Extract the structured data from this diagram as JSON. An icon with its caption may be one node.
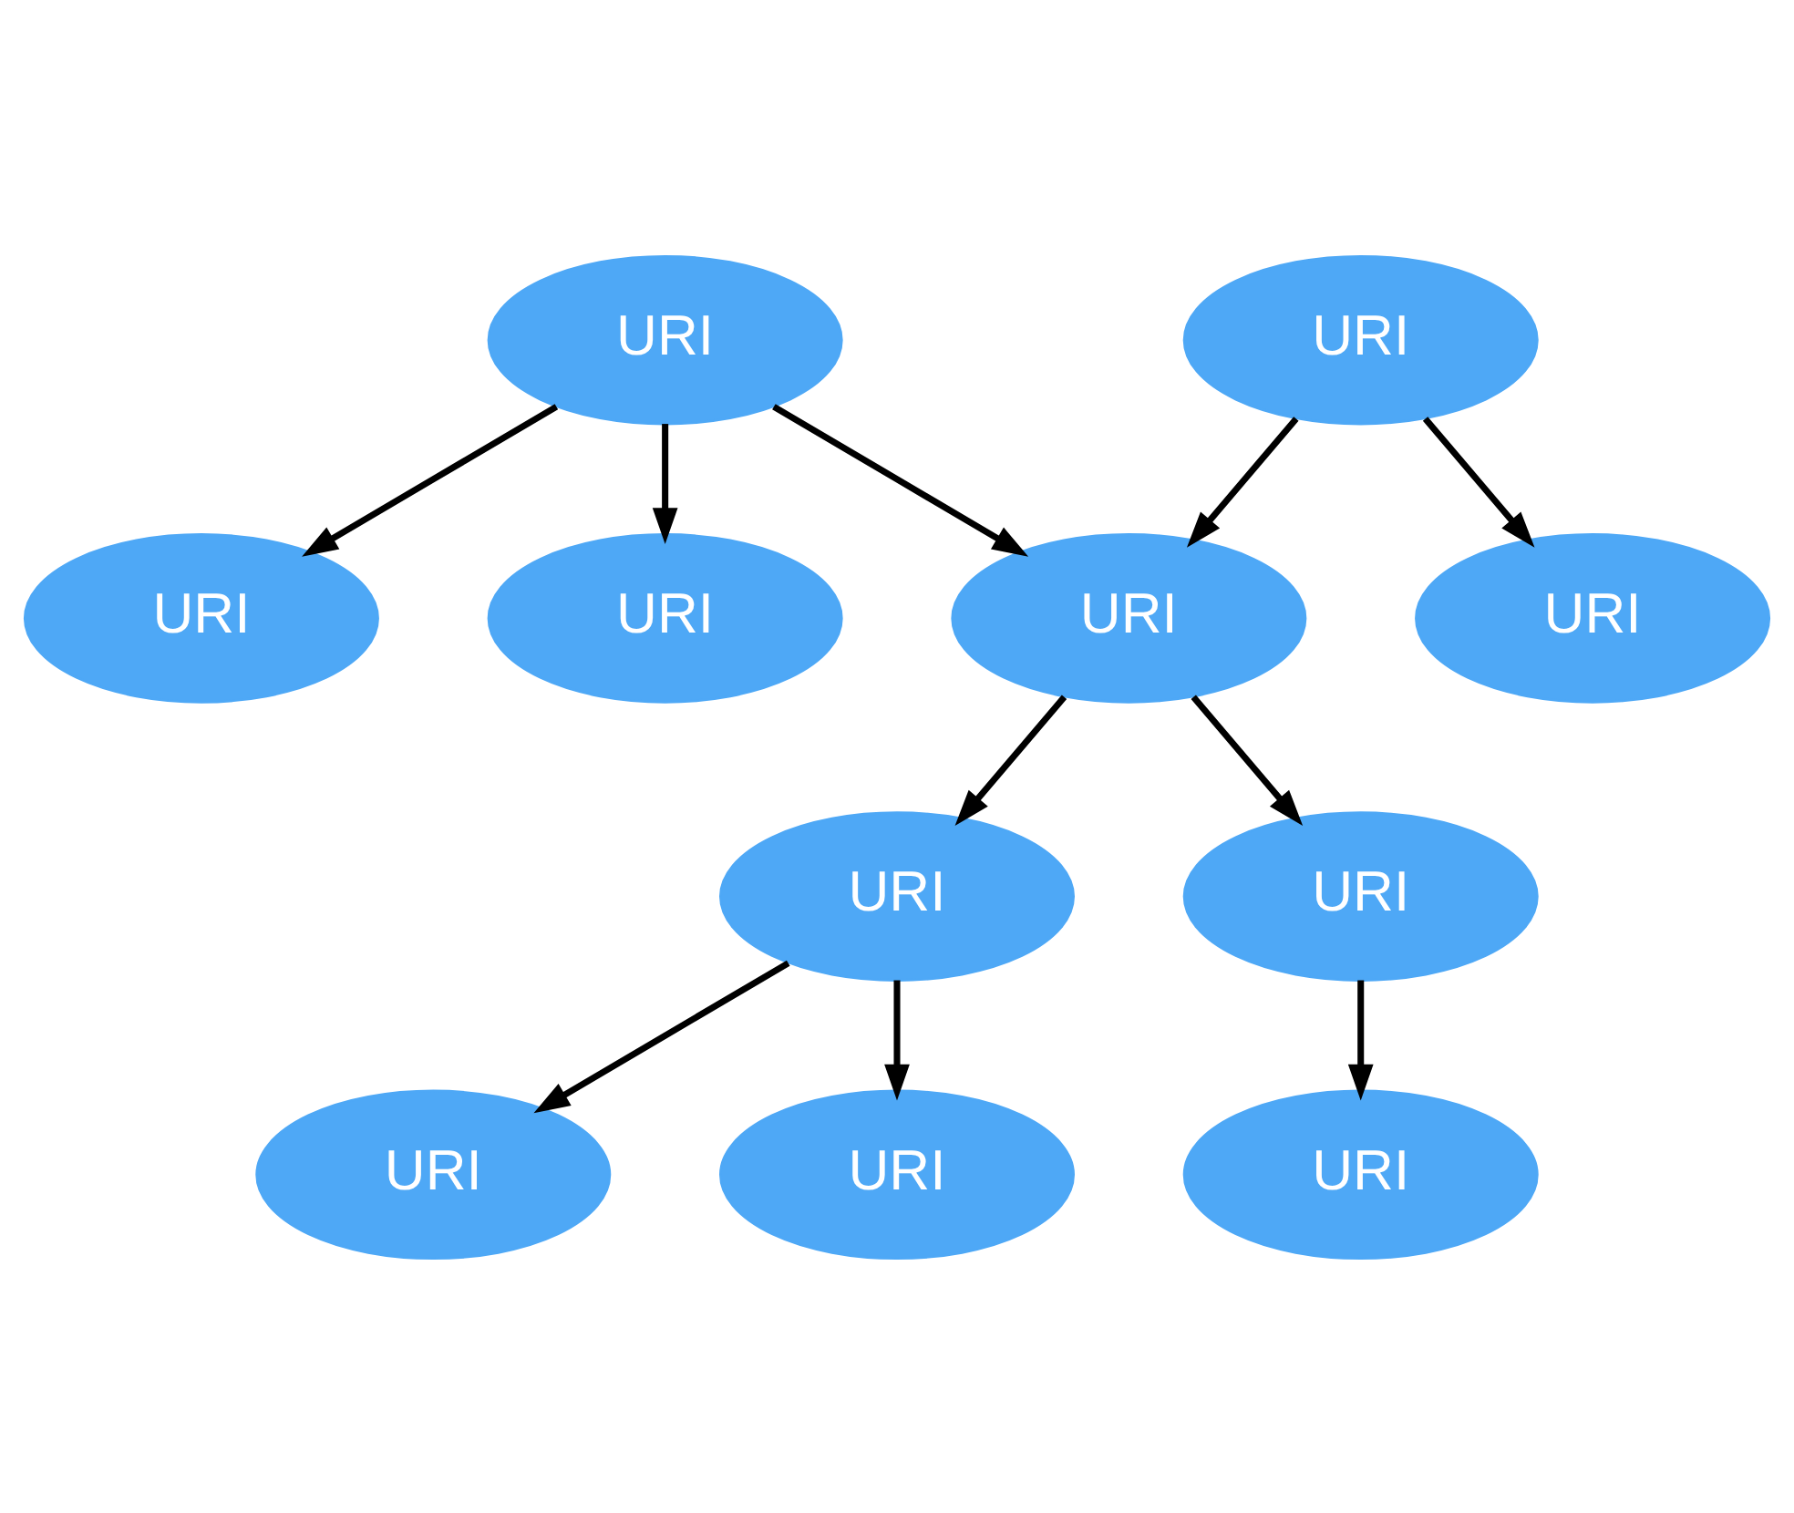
{
  "diagram": {
    "nodes": [
      {
        "text": [
          "URI"
        ]
      },
      {
        "text": [
          "URI"
        ]
      },
      {
        "text": [
          "URI"
        ]
      },
      {
        "text": [
          "URI"
        ]
      },
      {
        "text": [
          "URI"
        ]
      },
      {
        "text": [
          "URI"
        ]
      },
      {
        "text": [
          "URI"
        ]
      },
      {
        "text": [
          "URI"
        ]
      },
      {
        "text": [
          "URI"
        ]
      },
      {
        "text": [
          "URI"
        ]
      },
      {
        "text": [
          "URI"
        ]
      }
    ],
    "edges": [
      {
        "from": 3,
        "to": 0,
        "arrow": "to"
      },
      {
        "from": 3,
        "to": 1,
        "arrow": "to"
      },
      {
        "from": 3,
        "to": 5,
        "arrow": "to"
      },
      {
        "from": 4,
        "to": 2,
        "arrow": "to"
      },
      {
        "from": 4,
        "to": 5,
        "arrow": "to"
      },
      {
        "from": 5,
        "to": 7,
        "arrow": "to"
      },
      {
        "from": 5,
        "to": 8,
        "arrow": "to"
      },
      {
        "from": 8,
        "to": 6,
        "arrow": "to"
      },
      {
        "from": 7,
        "to": 9,
        "arrow": "to"
      },
      {
        "from": 7,
        "to": 10,
        "arrow": "to"
      }
    ]
  }
}
